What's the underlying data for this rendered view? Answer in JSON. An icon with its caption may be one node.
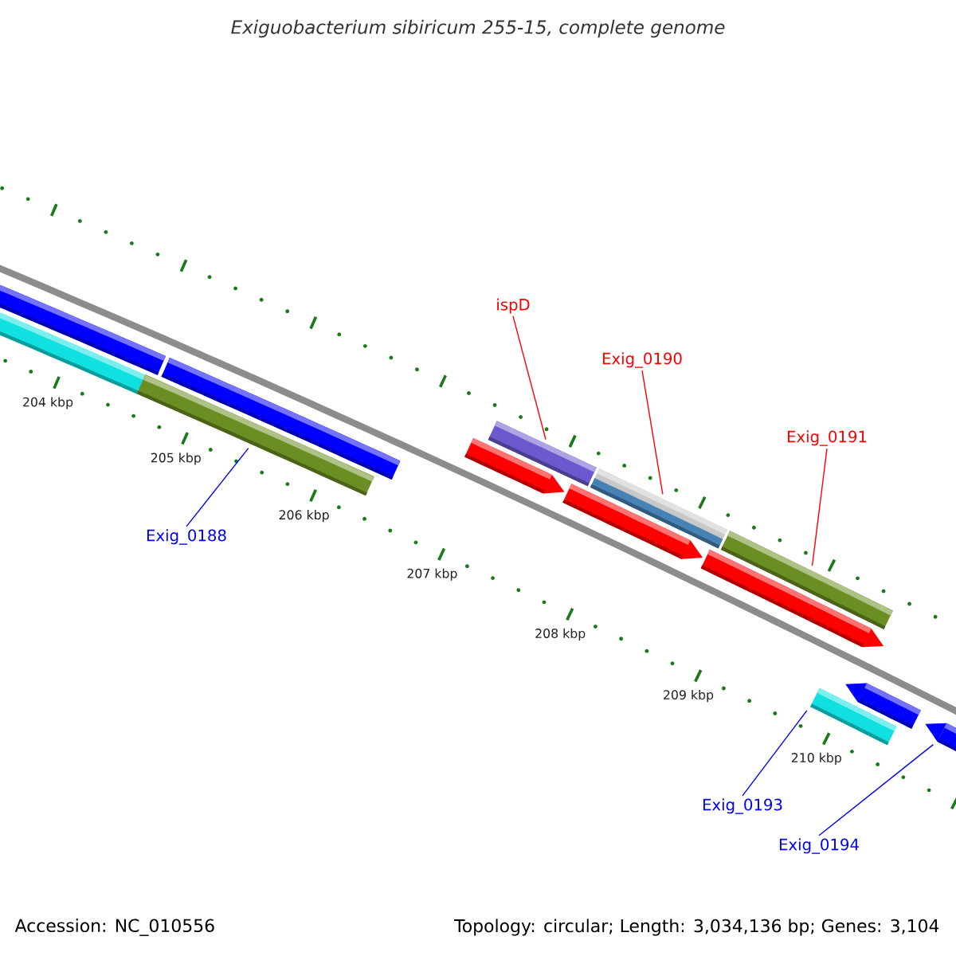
{
  "diagram": {
    "title": "Exiguobacterium sibiricum 255-15, complete genome",
    "nodes": [
      {
        "text": [
          "ispD"
        ]
      },
      {
        "text": [
          "Exig_0190"
        ]
      },
      {
        "text": [
          "Exig_0191"
        ]
      },
      {
        "text": [
          "Exig_0188"
        ]
      },
      {
        "text": [
          "Exig_0193"
        ]
      },
      {
        "text": [
          "Exig_0194"
        ]
      },
      {
        "text": [],
        "shape": "bar"
      },
      {
        "text": [],
        "shape": "bar"
      },
      {
        "text": [],
        "shape": "bar"
      },
      {
        "text": [],
        "shape": "bar"
      },
      {
        "text": [],
        "shape": "bar"
      },
      {
        "text": [],
        "shape": "bar"
      }
    ],
    "edges": [
      {
        "from": 0,
        "to": 6,
        "arrow": "none",
        "color": "#ff0000"
      },
      {
        "from": 1,
        "to": 7,
        "arrow": "none",
        "color": "#ff0000"
      },
      {
        "from": 2,
        "to": 8,
        "arrow": "none",
        "color": "#ff0000"
      },
      {
        "from": 3,
        "to": 9,
        "arrow": "none",
        "color": "#0000ff"
      },
      {
        "from": 4,
        "to": 10,
        "arrow": "none",
        "color": "#0000ff"
      },
      {
        "from": 5,
        "to": 11,
        "arrow": "none",
        "color": "#0000ff"
      }
    ],
    "labels": [
      "204 kbp",
      "205 kbp",
      "206 kbp",
      "207 kbp",
      "208 kbp",
      "209 kbp",
      "210 kbp",
      "Accession: NC_010556",
      "Topology: circular; Length: 3,034,136 bp; Genes: 3,104"
    ]
  }
}
